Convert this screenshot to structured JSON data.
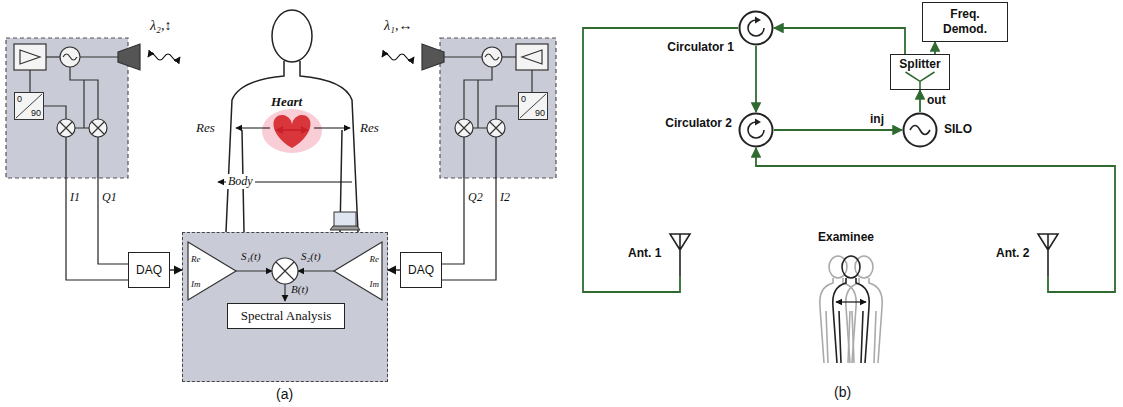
{
  "diagram": {
    "nodes": [
      {
        "text": [
          "0",
          "90"
        ]
      },
      {
        "text": [
          "DAQ"
        ]
      },
      {
        "text": [
          "Re",
          "Im",
          "S₁(t)",
          "S₂(t)",
          "Re",
          "Im",
          "B(t)"
        ]
      },
      {
        "text": [
          "Spectral Analysis"
        ],
        "in": 2
      },
      {
        "text": [
          "DAQ"
        ]
      },
      {
        "text": [
          "0",
          "90"
        ]
      },
      {
        "text": [
          "Freq. Demod."
        ]
      },
      {
        "text": [
          "Circulator 1"
        ]
      },
      {
        "text": [
          "Splitter"
        ]
      },
      {
        "text": [
          "Circulator 2"
        ]
      },
      {
        "text": [
          "SILO"
        ]
      },
      {
        "text": [
          "Ant. 1"
        ]
      },
      {
        "text": [
          "Ant. 2"
        ]
      }
    ],
    "edges": [
      {
        "from": 1,
        "to": 2,
        "arrow": "to"
      },
      {
        "from": 4,
        "to": 2,
        "arrow": "to"
      },
      {
        "from": 11,
        "to": 7,
        "arrow": "none"
      },
      {
        "from": 8,
        "to": 7,
        "arrow": "to"
      },
      {
        "from": 7,
        "to": 9,
        "arrow": "to"
      },
      {
        "from": 9,
        "to": 10,
        "label": "inj",
        "arrow": "to"
      },
      {
        "from": 10,
        "to": 8,
        "label": "out",
        "arrow": "to"
      },
      {
        "from": 8,
        "to": 6,
        "arrow": "to"
      },
      {
        "from": 12,
        "to": 9,
        "arrow": "to"
      }
    ],
    "labels": [
      "λ₂,↕",
      "λ₁,↔",
      "Heart",
      "Res",
      "Res",
      "Body",
      "I1",
      "Q1",
      "Q2",
      "I2",
      "Examinee",
      "(a)",
      "(b)"
    ]
  }
}
